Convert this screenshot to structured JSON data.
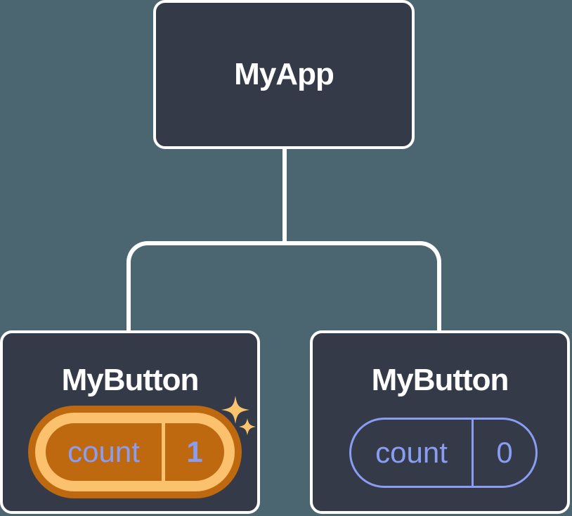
{
  "colors": {
    "background": "#4C6671",
    "node_fill": "#343A47",
    "node_border": "#FFFFFF",
    "connector": "#FFFFFF",
    "title_text": "#FFFFFF",
    "state_text": "#8A9DF2",
    "state_border": "#8A9DF2",
    "highlight_gold": "#FBC16C",
    "highlight_orange": "#BE690F",
    "sparkle": "#FAC36E"
  },
  "tree": {
    "root": {
      "label": "MyApp"
    },
    "children": [
      {
        "label": "MyButton",
        "state": {
          "name": "count",
          "value": "1"
        },
        "highlighted": true
      },
      {
        "label": "MyButton",
        "state": {
          "name": "count",
          "value": "0"
        },
        "highlighted": false
      }
    ]
  },
  "icons": {
    "sparkles": "sparkles-icon"
  }
}
